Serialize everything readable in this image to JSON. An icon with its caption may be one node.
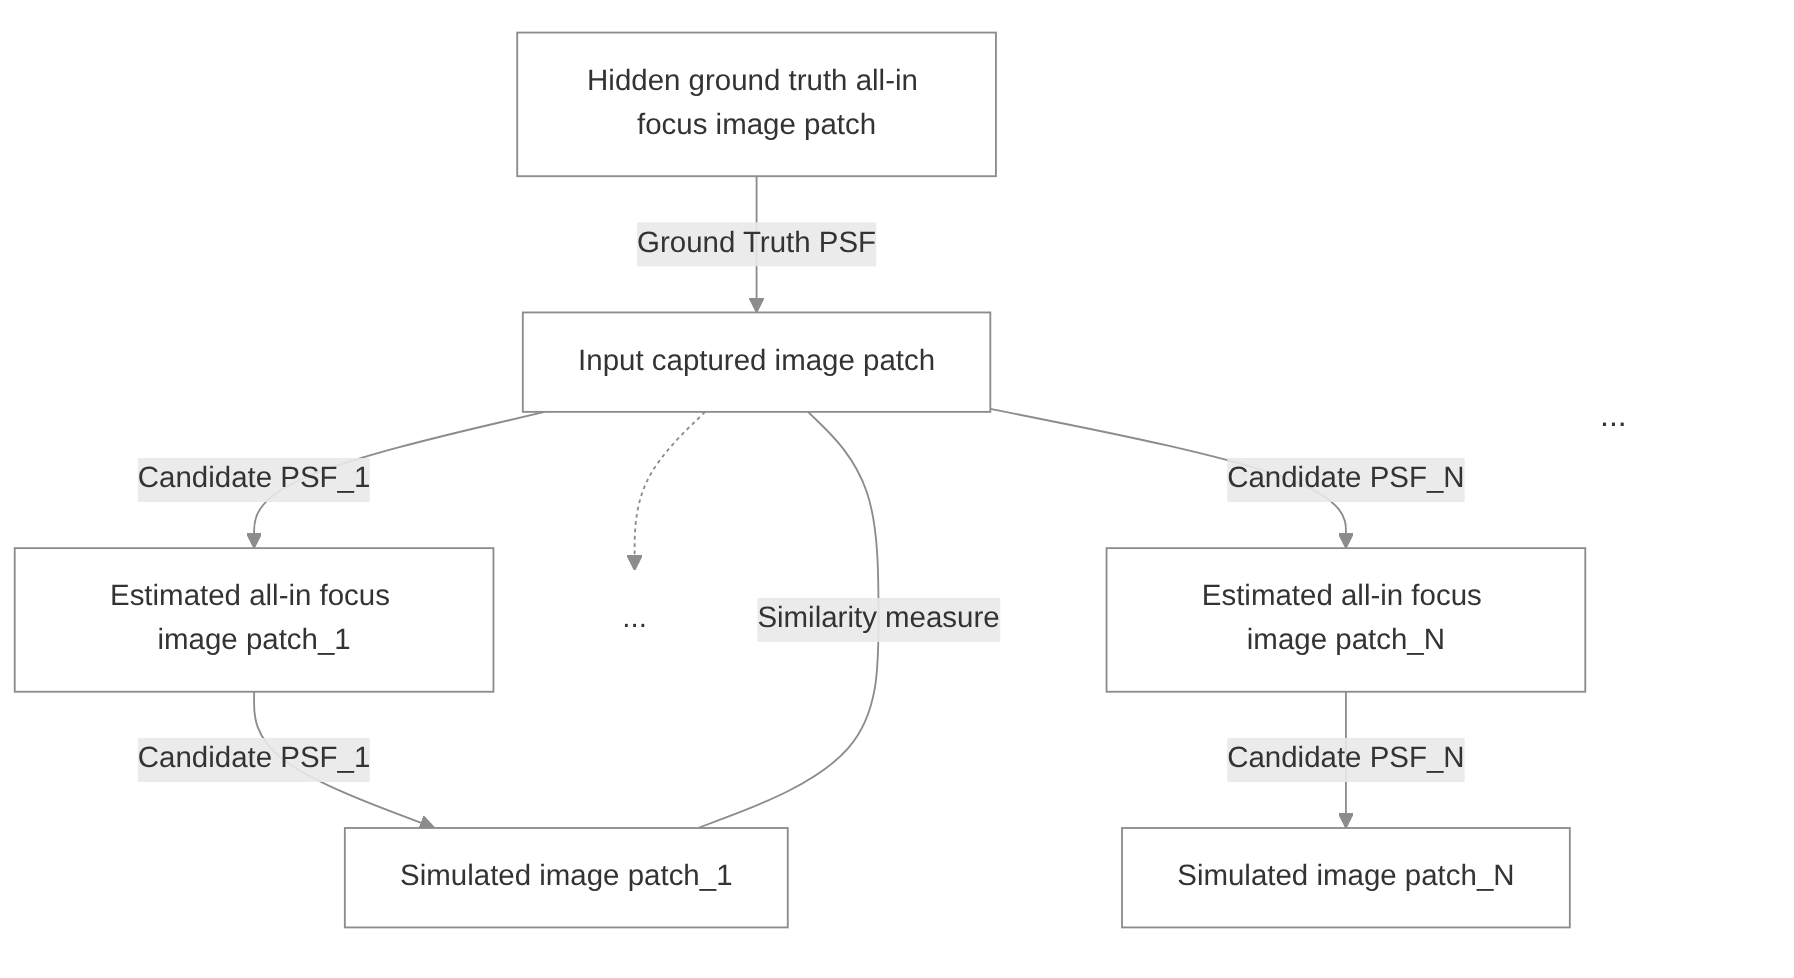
{
  "diagram": {
    "nodes": [
      {
        "text": [
          "Hidden ground truth all-in focus image patch"
        ]
      },
      {
        "text": [
          "Estimated all-in focus image patch_1"
        ]
      },
      {
        "text": [
          "..."
        ]
      },
      {
        "text": [
          "Estimated all-in focus image patch_N"
        ]
      },
      {
        "text": [
          "Input captured image patch"
        ]
      },
      {
        "text": [
          "Simulated image patch_1"
        ]
      },
      {
        "text": [
          "Simulated image patch_N"
        ]
      }
    ],
    "edges": [
      {
        "from": 0,
        "to": 4,
        "arrow": "to",
        "label": "Ground Truth PSF"
      },
      {
        "from": 4,
        "to": 1,
        "arrow": "to",
        "label": "Candidate PSF_1"
      },
      {
        "from": 4,
        "to": 2,
        "arrow": "to",
        "style": "dashed"
      },
      {
        "from": 4,
        "to": 3,
        "arrow": "to",
        "label": "Candidate PSF_N"
      },
      {
        "from": 1,
        "to": 5,
        "arrow": "to",
        "label": "Candidate PSF_1"
      },
      {
        "from": 3,
        "to": 6,
        "arrow": "to",
        "label": "Candidate PSF_N"
      },
      {
        "from": 4,
        "to": 5,
        "arrow": "none",
        "label": "Similarity measure"
      }
    ],
    "labels": [
      "..."
    ]
  }
}
